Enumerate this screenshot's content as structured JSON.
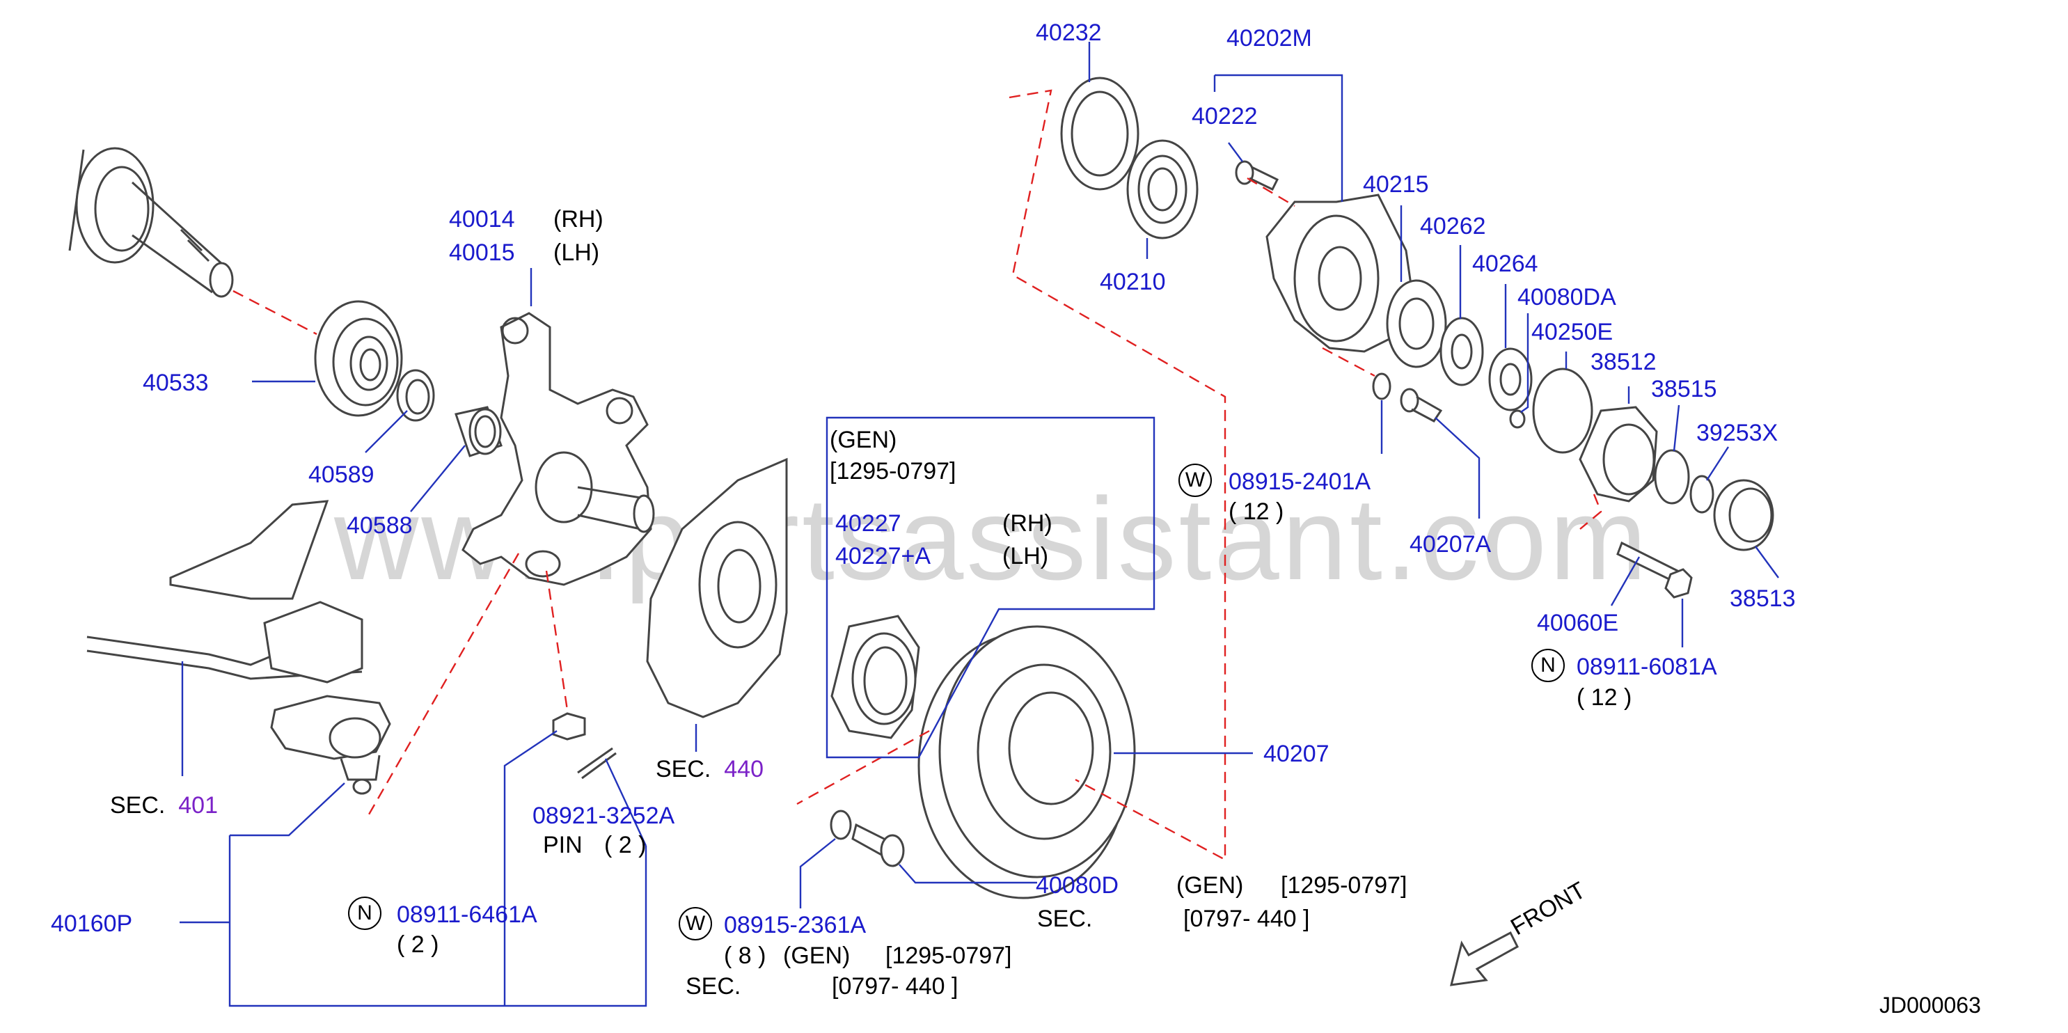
{
  "watermark": "www.partsassistant.com",
  "diagram_code": "JD000063",
  "front_label": "FRONT",
  "parts": {
    "p40232": "40232",
    "p40202M": "40202M",
    "p40222": "40222",
    "p40215": "40215",
    "p40262": "40262",
    "p40264": "40264",
    "p40080DA": "40080DA",
    "p40250E": "40250E",
    "p38512": "38512",
    "p38515": "38515",
    "p39253X": "39253X",
    "p38513": "38513",
    "p40210": "40210",
    "p40014": "40014",
    "p40015": "40015",
    "rh": "(RH)",
    "lh": "(LH)",
    "p40533": "40533",
    "p40589": "40589",
    "p40588": "40588",
    "p40227": "40227",
    "p40227A": "40227+A",
    "p40207": "40207",
    "p40207A": "40207A",
    "p40060E": "40060E",
    "p40080D": "40080D",
    "p40160P": "40160P",
    "p08915_2401A": "08915-2401A",
    "p08911_6081A": "08911-6081A",
    "p08921_3252A": "08921-3252A",
    "p08911_6461A": "08911-6461A",
    "p08915_2361A": "08915-2361A"
  },
  "qty": {
    "q12a": "( 12 )",
    "q12b": "( 12 )",
    "q2pin": "( 2 )",
    "q2n": "( 2 )",
    "q8": "( 8 )"
  },
  "symbols": {
    "w": "W",
    "n": "N"
  },
  "texts": {
    "gen": "(GEN)",
    "range_box": "[1295-0797]",
    "pin": "PIN",
    "sec": "SEC.",
    "sec401": "401",
    "sec440": "440",
    "gen_40080d": "(GEN)",
    "range_40080d": "[1295-0797]",
    "sec_40080d": "SEC.",
    "range2_40080d": "[0797-   440  ]",
    "gen_2361": "(GEN)",
    "range_2361": "[1295-0797]",
    "sec_2361": "SEC.",
    "range2_2361": "[0797-   440   ]"
  }
}
